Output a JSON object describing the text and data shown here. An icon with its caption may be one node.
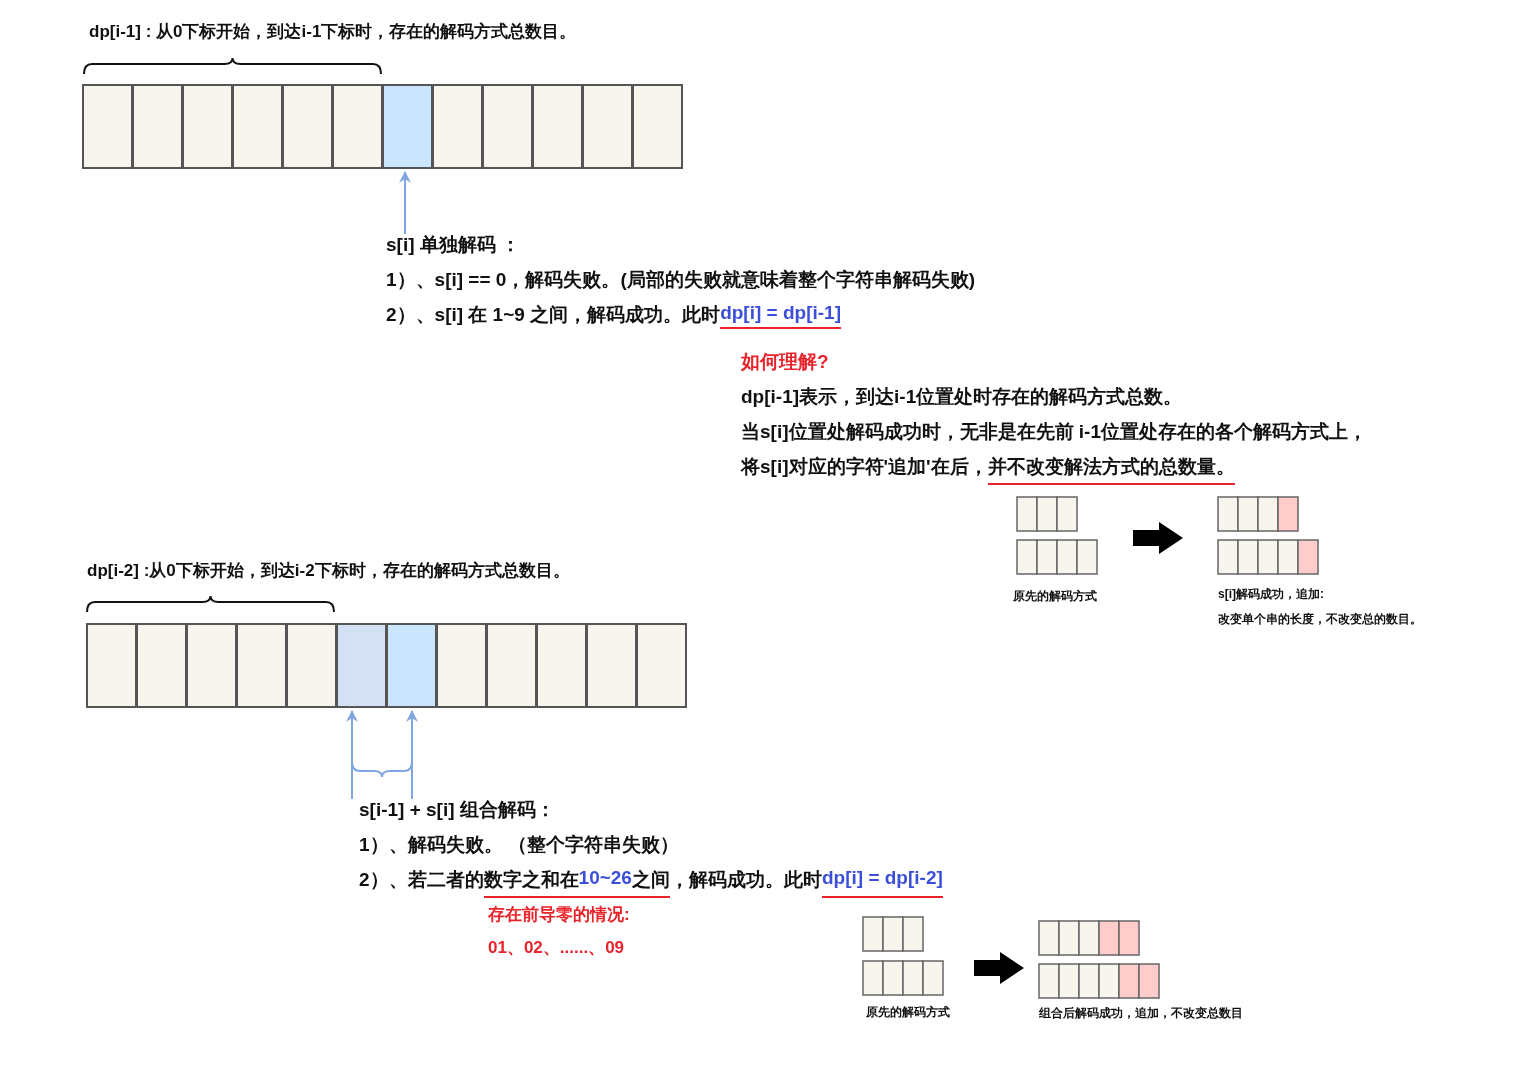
{
  "diagram": {
    "nodes": [
      {
        "text": [],
        "shape": "box"
      },
      {
        "text": [],
        "shape": "box"
      },
      {
        "text": [],
        "shape": "box"
      },
      {
        "text": [],
        "shape": "box"
      },
      {
        "text": [],
        "shape": "box"
      },
      {
        "text": [],
        "shape": "box"
      },
      {
        "text": [],
        "shape": "box"
      },
      {
        "text": [],
        "shape": "box"
      },
      {
        "text": [],
        "shape": "box"
      },
      {
        "text": [],
        "shape": "box"
      },
      {
        "text": [],
        "shape": "box"
      },
      {
        "text": [],
        "shape": "box"
      },
      {
        "text": [
          "s[i] 单独解码 ："
        ]
      },
      {
        "text": [],
        "shape": "box"
      },
      {
        "text": [],
        "shape": "box"
      },
      {
        "text": [],
        "shape": "box"
      },
      {
        "text": [],
        "shape": "box"
      },
      {
        "text": [],
        "shape": "box"
      },
      {
        "text": [],
        "shape": "box"
      },
      {
        "text": [],
        "shape": "box"
      },
      {
        "text": [],
        "shape": "box"
      },
      {
        "text": [],
        "shape": "box"
      },
      {
        "text": [],
        "shape": "box"
      },
      {
        "text": [],
        "shape": "box"
      },
      {
        "text": [],
        "shape": "box"
      },
      {
        "text": [
          "s[i-1] + s[i] 组合解码："
        ]
      }
    ],
    "edges": [
      {
        "from": 12,
        "to": 6,
        "arrow": "to"
      },
      {
        "from": 25,
        "to": 18,
        "arrow": "to"
      },
      {
        "from": 25,
        "to": 19,
        "arrow": "to"
      }
    ],
    "labels": [
      "dp[i-1] : 从0下标开始，到达i-1下标时，存在的解码方式总数目。",
      "1）、s[i] == 0，解码失败。(局部的失败就意味着整个字符串解码失败)",
      "2）、s[i] 在 1~9 之间，解码成功。此时",
      "dp[i] = dp[i-1]",
      "如何理解?",
      "dp[i-1]表示，到达i-1位置处时存在的解码方式总数。",
      "当s[i]位置处解码成功时，无非是在先前 i-1位置处存在的各个解码方式上，",
      "将s[i]对应的字符'追加'在后，",
      "并不改变解法方式的总数量。",
      "原先的解码方式",
      "s[i]解码成功，追加:",
      "改变单个串的长度，不改变总的数目。",
      "dp[i-2] :从0下标开始，到达i-2下标时，存在的解码方式总数目。",
      "1）、解码失败。 （整个字符串失败）",
      "2）、若二者的",
      "数字之和在",
      "10~26",
      "之间",
      "，解码成功。此时",
      "dp[i] = dp[i-2]",
      "存在前导零的情况:",
      "01、02、......、09",
      "原先的解码方式",
      "组合后解码成功，追加，不改变总数目"
    ]
  }
}
